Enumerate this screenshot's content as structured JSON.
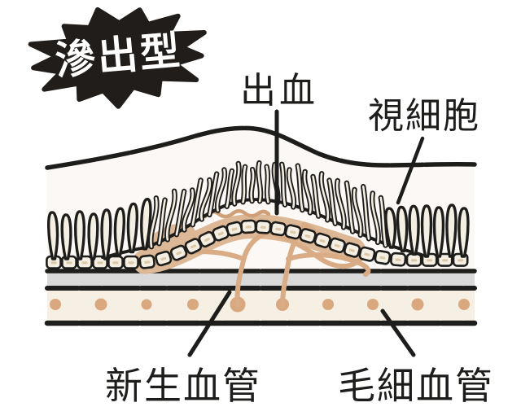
{
  "badge": {
    "label": "滲出型"
  },
  "labels": {
    "bleeding": "出血",
    "photoreceptors": "視細胞",
    "neovascular": "新生血管",
    "capillaries": "毛細血管"
  },
  "colors": {
    "ink": "#1d1d1b",
    "blob": "#ddb896",
    "blob_accent": "#cfa078",
    "vessel": "#d9ac85",
    "dot": "#d9a87f",
    "cell_fill": "#f4efe2",
    "cell_mark": "#dcc9a8",
    "gray_band": "#d9d9d9",
    "cream_band": "#f6efe3",
    "body_tint": "#f7f3ec",
    "badge_fill": "#211d1a",
    "badge_text": "#ffffff"
  }
}
